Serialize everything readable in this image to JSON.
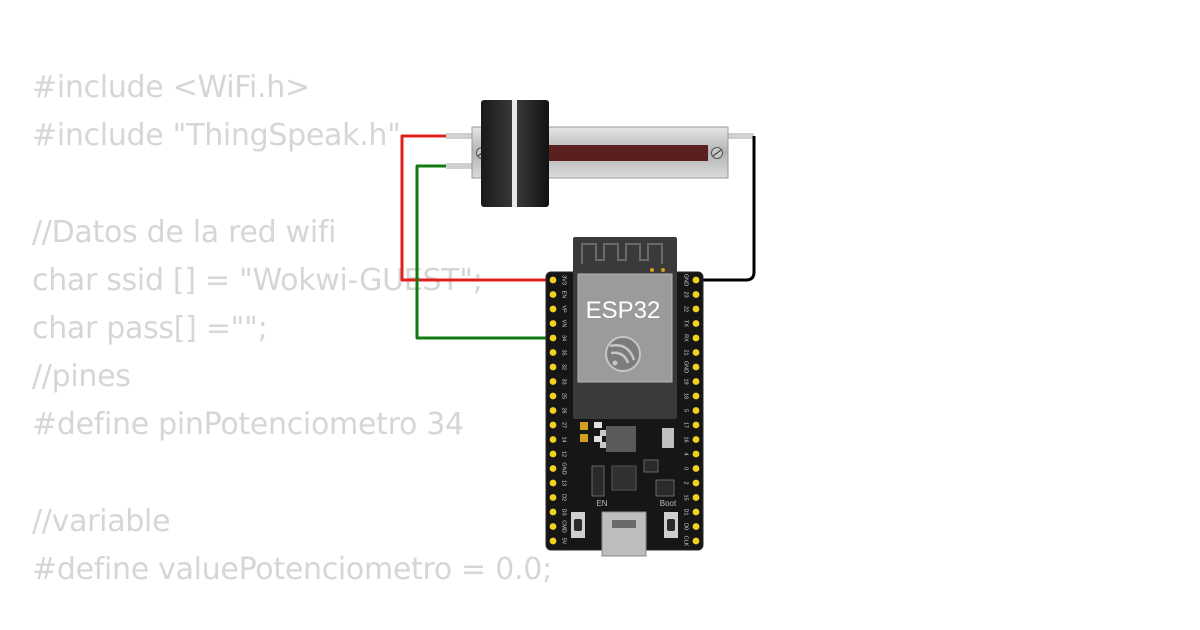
{
  "code": {
    "lines": [
      "#include <WiFi.h>",
      "#include \"ThingSpeak.h\"",
      "",
      "//Datos de la red wifi",
      "char ssid [] = \"Wokwi-GUEST\";",
      "char pass[] =\"\";",
      "//pines",
      "#define pinPotenciometro 34",
      "",
      "//variable",
      "#define valuePotenciometro = 0.0;"
    ]
  },
  "board": {
    "label": "ESP32",
    "left_pins": [
      "3V3",
      "EN",
      "VP",
      "VN",
      "34",
      "35",
      "32",
      "33",
      "25",
      "26",
      "27",
      "14",
      "12",
      "GND",
      "13",
      "D2",
      "D3",
      "CMD",
      "5V"
    ],
    "right_pins": [
      "GND",
      "23",
      "22",
      "TX",
      "RX",
      "21",
      "GND",
      "19",
      "18",
      "5",
      "17",
      "16",
      "4",
      "0",
      "2",
      "15",
      "D1",
      "D0",
      "CLK"
    ],
    "button_labels": {
      "en": "EN",
      "boot": "Boot"
    }
  },
  "wires": [
    {
      "name": "vcc-wire",
      "color": "#e0201c"
    },
    {
      "name": "signal-wire",
      "color": "#0f7a0f"
    },
    {
      "name": "gnd-wire",
      "color": "#000000"
    }
  ]
}
